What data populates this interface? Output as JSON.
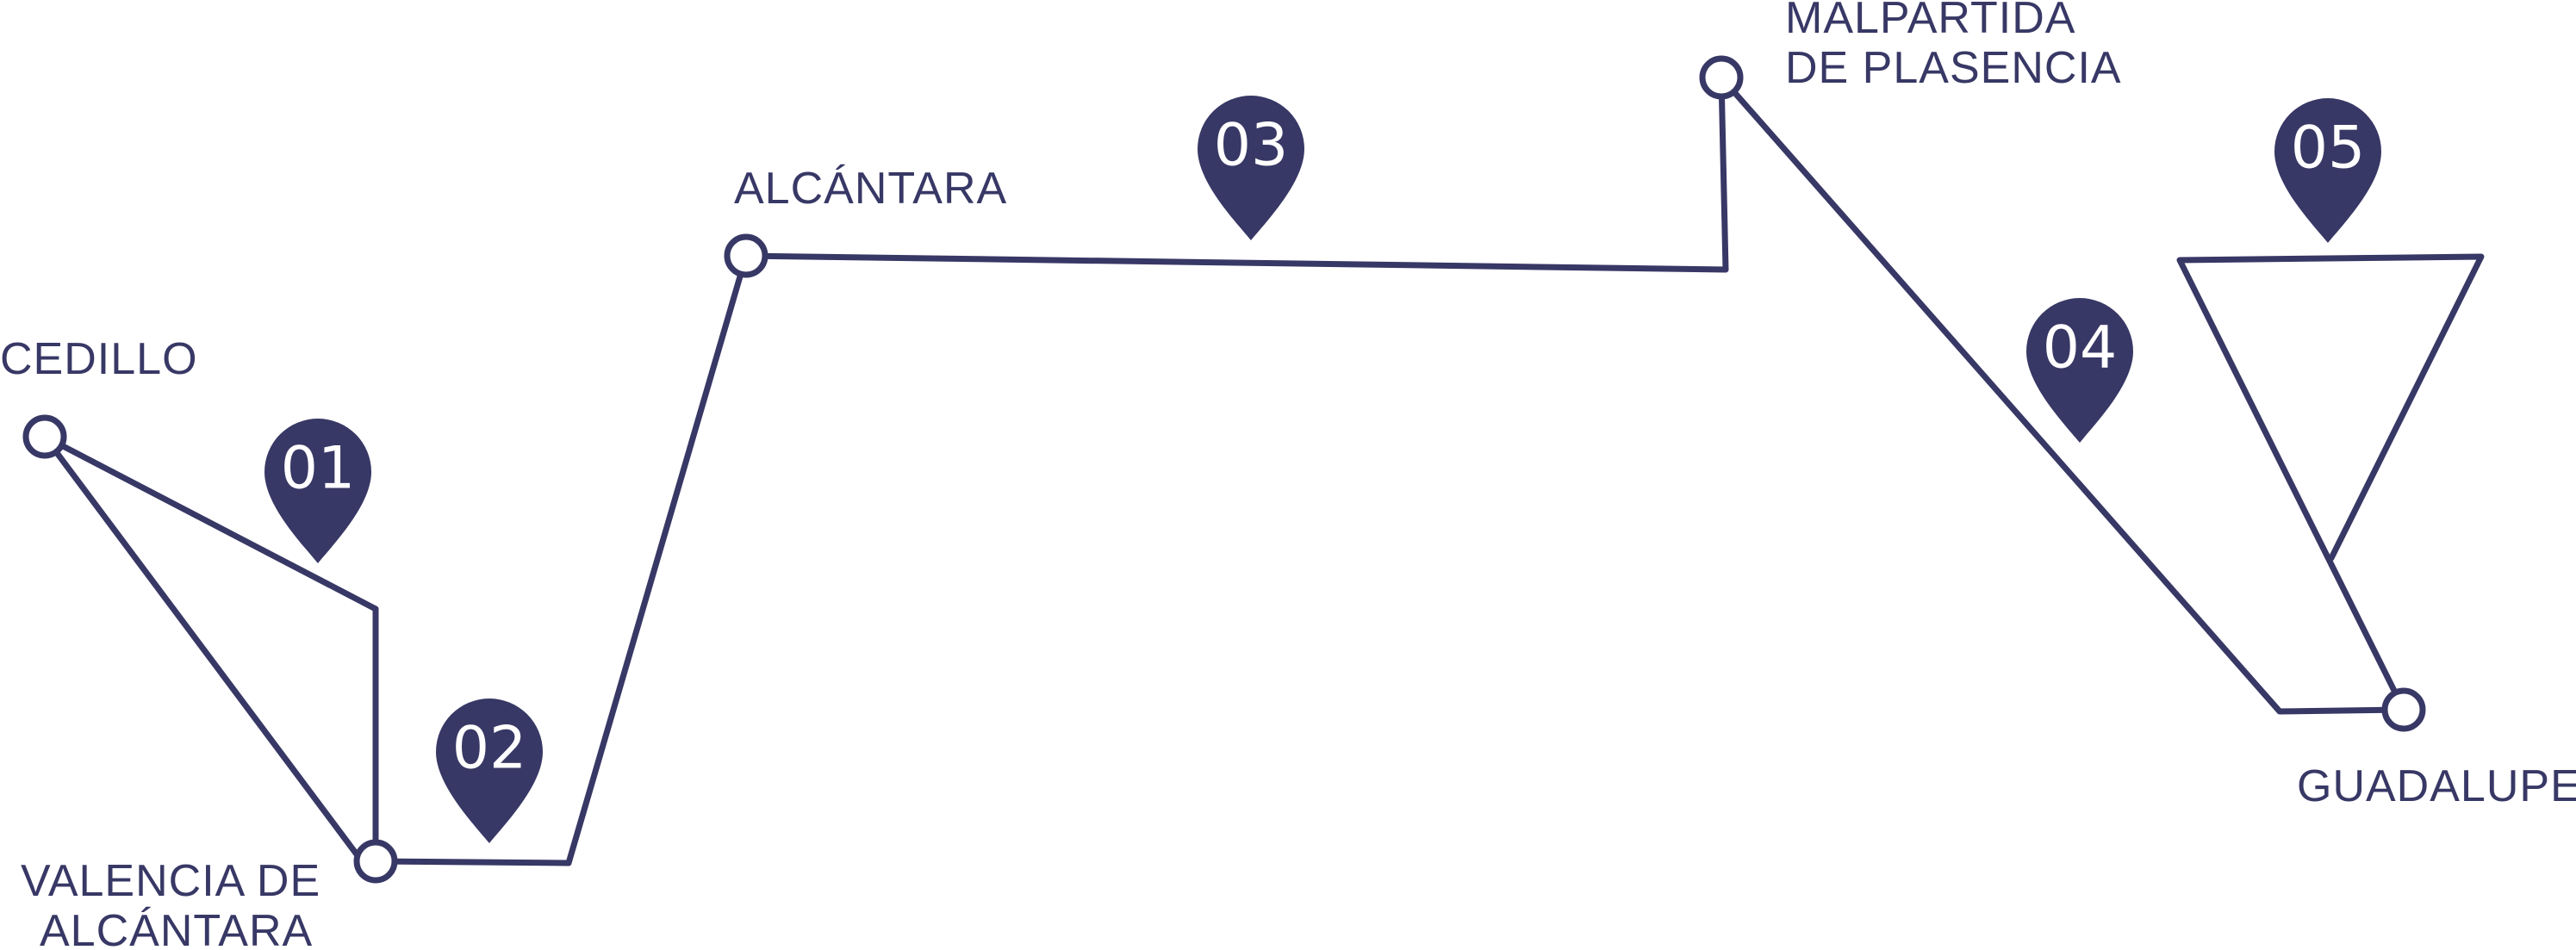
{
  "colors": {
    "primary": "#383866",
    "background": "#ffffff"
  },
  "towns": {
    "cedillo": "CEDILLO",
    "valencia": [
      "VALENCIA DE",
      "ALCÁNTARA"
    ],
    "alcantara": "ALCÁNTARA",
    "malpartida": [
      "MALPARTIDA",
      "DE PLASENCIA"
    ],
    "guadalupe": "GUADALUPE"
  },
  "stages": [
    "01",
    "02",
    "03",
    "04",
    "05"
  ]
}
